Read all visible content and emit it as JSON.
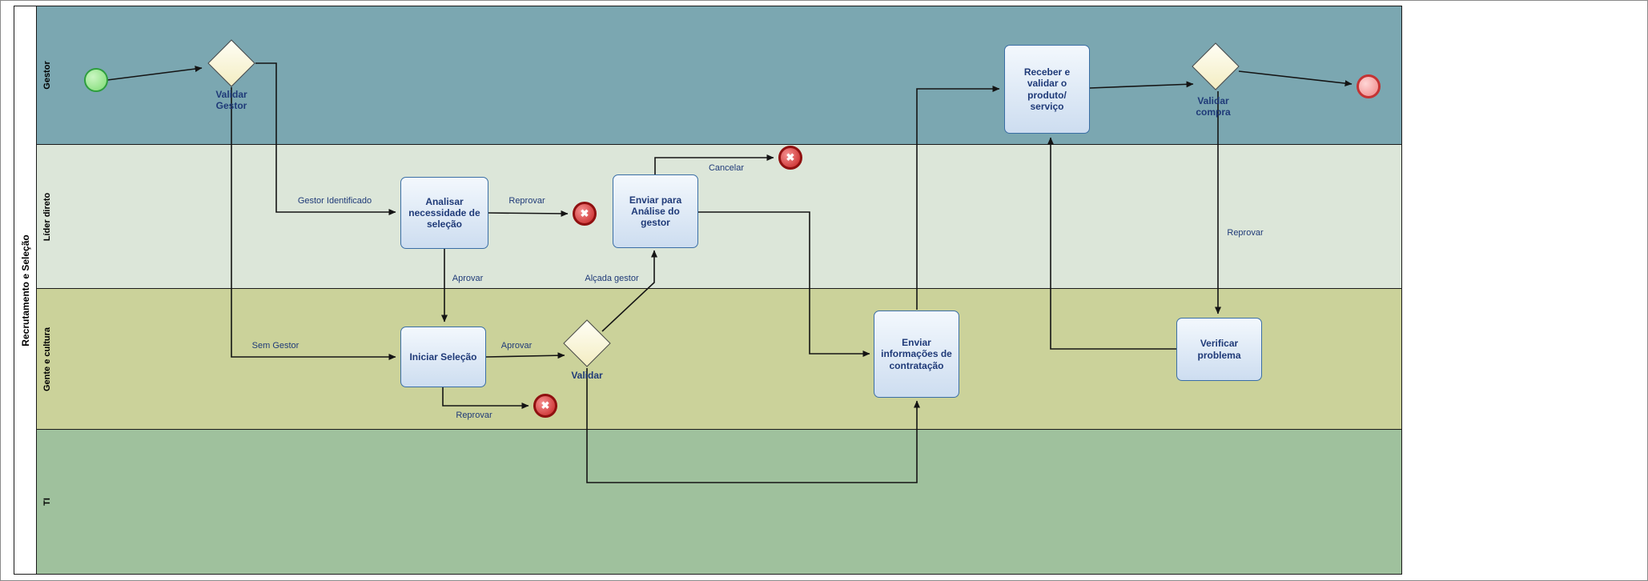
{
  "pool": {
    "name": "Recrutamento e Seleção"
  },
  "lanes": [
    {
      "name": "Gestor",
      "color": "#7BA7B1"
    },
    {
      "name": "Líder direto",
      "color": "#DCE6D9"
    },
    {
      "name": "Gente e cultura",
      "color": "#CBD29A"
    },
    {
      "name": "TI",
      "color": "#9FC19D"
    }
  ],
  "tasks": {
    "analisar": {
      "label": "Analisar necessidade de seleção"
    },
    "enviar_analise": {
      "label": "Enviar para Análise do gestor"
    },
    "iniciar": {
      "label": "Iniciar Seleção"
    },
    "enviar_info": {
      "label": "Enviar informações de contratação"
    },
    "receber": {
      "label": "Receber e validar o produto/ serviço"
    },
    "verificar": {
      "label": "Verificar problema"
    }
  },
  "gateways": {
    "validar_gestor": {
      "label": "Validar Gestor"
    },
    "validar": {
      "label": "Validar"
    },
    "validar_compra": {
      "label": "Validar compra"
    }
  },
  "flow_labels": {
    "gestor_identificado": "Gestor Identificado",
    "reprovar_analise": "Reprovar",
    "aprovar_analise": "Aprovar",
    "sem_gestor": "Sem Gestor",
    "aprovar_iniciar": "Aprovar",
    "alcada_gestor": "Alçada gestor",
    "cancelar": "Cancelar",
    "reprovar_compra": "Reprovar",
    "reprovar_iniciar": "Reprovar"
  },
  "icons": {
    "cancel_x": "✖"
  },
  "colors": {
    "lane_gestor": "#7BA7B1",
    "lane_lider_direto": "#DCE6D9",
    "lane_gente_cultura": "#CBD29A",
    "lane_ti": "#9FC19D",
    "task_border": "#3A6EA5",
    "task_fill": "#D9E7F5",
    "gateway_fill": "#FBF6D9",
    "label_text": "#1F3A78",
    "start_event_fill": "#7DDB72",
    "end_event_fill": "#CC2222",
    "connector_line": "#141414"
  }
}
